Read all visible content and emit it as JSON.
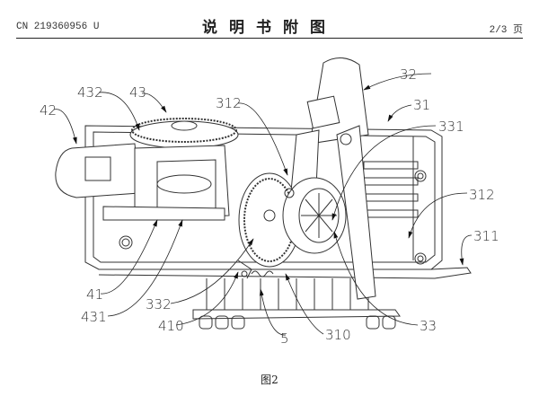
{
  "header": {
    "publication_number": "CN 219360956 U",
    "title": "说明书附图",
    "page": "2/3 页"
  },
  "figure": {
    "caption": "图2",
    "reference_labels": [
      "42",
      "432",
      "43",
      "312",
      "32",
      "31",
      "331",
      "312",
      "311",
      "41",
      "431",
      "332",
      "410",
      "5",
      "310",
      "33"
    ]
  }
}
